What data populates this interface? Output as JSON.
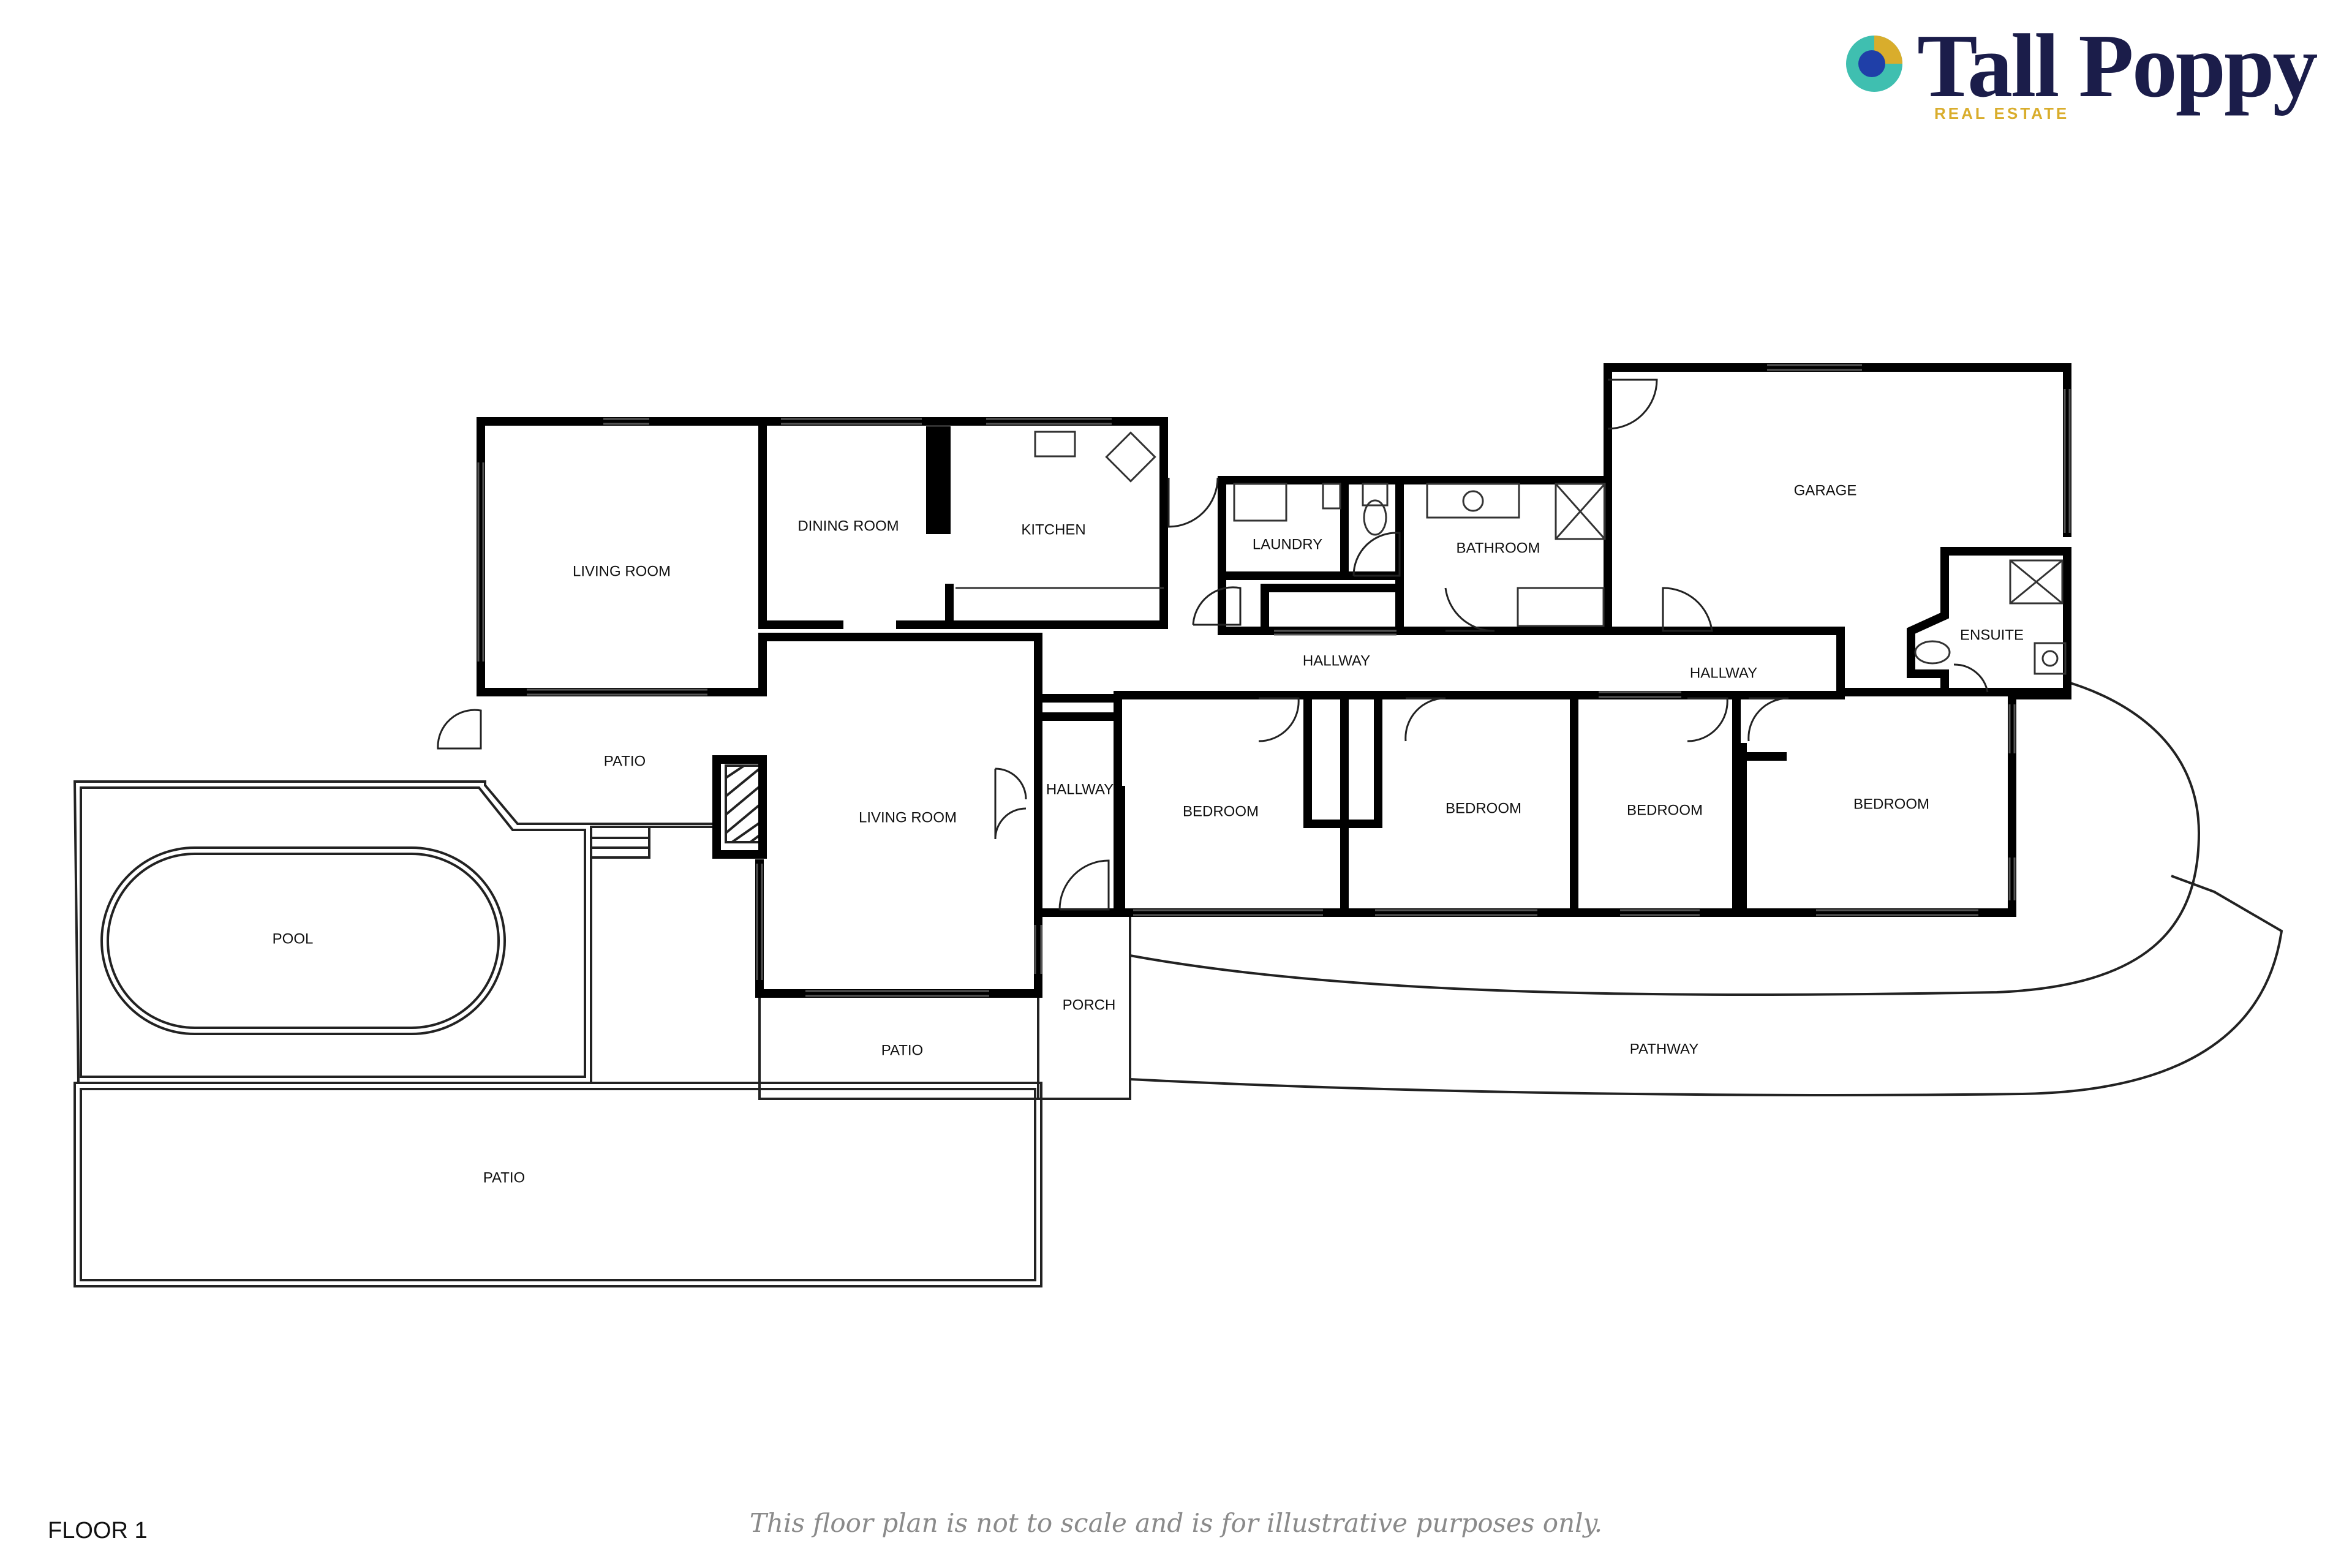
{
  "brand": {
    "name": "Tall Poppy",
    "tagline": "REAL ESTATE",
    "colors": {
      "navy": "#1b1d4a",
      "teal": "#3fbfb0",
      "gold": "#d9ad2c",
      "blue": "#1f3fa8"
    }
  },
  "floor_label": "FLOOR 1",
  "disclaimer": "This floor plan is not to scale and is for illustrative purposes only.",
  "rooms": {
    "living_room_1": "LIVING ROOM",
    "dining_room": "DINING ROOM",
    "kitchen": "KITCHEN",
    "laundry": "LAUNDRY",
    "bathroom": "BATHROOM",
    "garage": "GARAGE",
    "hallway_main": "HALLWAY",
    "hallway_east": "HALLWAY",
    "hallway_west": "HALLWAY",
    "ensuite": "ENSUITE",
    "patio_north": "PATIO",
    "living_room_2": "LIVING ROOM",
    "bedroom_1": "BEDROOM",
    "bedroom_2": "BEDROOM",
    "bedroom_3": "BEDROOM",
    "bedroom_4": "BEDROOM",
    "pool": "POOL",
    "porch": "PORCH",
    "patio_south": "PATIO",
    "pathway": "PATHWAY",
    "patio_large": "PATIO"
  }
}
